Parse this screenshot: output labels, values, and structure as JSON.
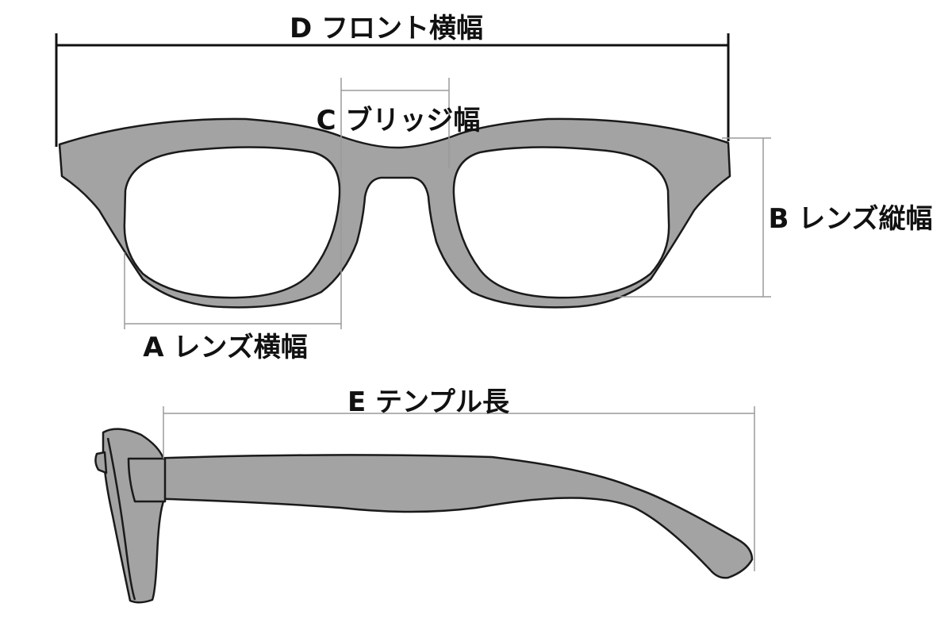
{
  "labels": {
    "front_width": "D フロント横幅",
    "bridge_width": "C ブリッジ幅",
    "lens_height": "B レンズ縦幅",
    "lens_width": "A レンズ横幅",
    "temple_length": "E テンプル長"
  },
  "colors": {
    "frame_fill": "#a3a3a3",
    "outline": "#1a1a1a",
    "dimension_line": "#9a9a9a",
    "text": "#111111"
  }
}
